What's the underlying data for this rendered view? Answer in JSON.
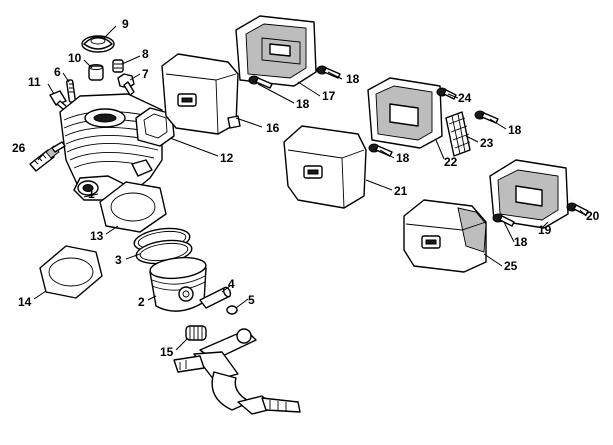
{
  "callouts": [
    {
      "id": "1",
      "text": "1"
    },
    {
      "id": "2",
      "text": "2"
    },
    {
      "id": "3",
      "text": "3"
    },
    {
      "id": "4",
      "text": "4"
    },
    {
      "id": "5",
      "text": "5"
    },
    {
      "id": "6",
      "text": "6"
    },
    {
      "id": "7",
      "text": "7"
    },
    {
      "id": "8",
      "text": "8"
    },
    {
      "id": "9",
      "text": "9"
    },
    {
      "id": "10",
      "text": "10"
    },
    {
      "id": "11",
      "text": "11"
    },
    {
      "id": "12",
      "text": "12"
    },
    {
      "id": "13",
      "text": "13"
    },
    {
      "id": "14",
      "text": "14"
    },
    {
      "id": "15",
      "text": "15"
    },
    {
      "id": "16",
      "text": "16"
    },
    {
      "id": "17",
      "text": "17"
    },
    {
      "id": "18a",
      "text": "18"
    },
    {
      "id": "18b",
      "text": "18"
    },
    {
      "id": "18c",
      "text": "18"
    },
    {
      "id": "18d",
      "text": "18"
    },
    {
      "id": "18e",
      "text": "18"
    },
    {
      "id": "19",
      "text": "19"
    },
    {
      "id": "20",
      "text": "20"
    },
    {
      "id": "21",
      "text": "21"
    },
    {
      "id": "22",
      "text": "22"
    },
    {
      "id": "23",
      "text": "23"
    },
    {
      "id": "24",
      "text": "24"
    },
    {
      "id": "25",
      "text": "25"
    },
    {
      "id": "26",
      "text": "26"
    }
  ]
}
